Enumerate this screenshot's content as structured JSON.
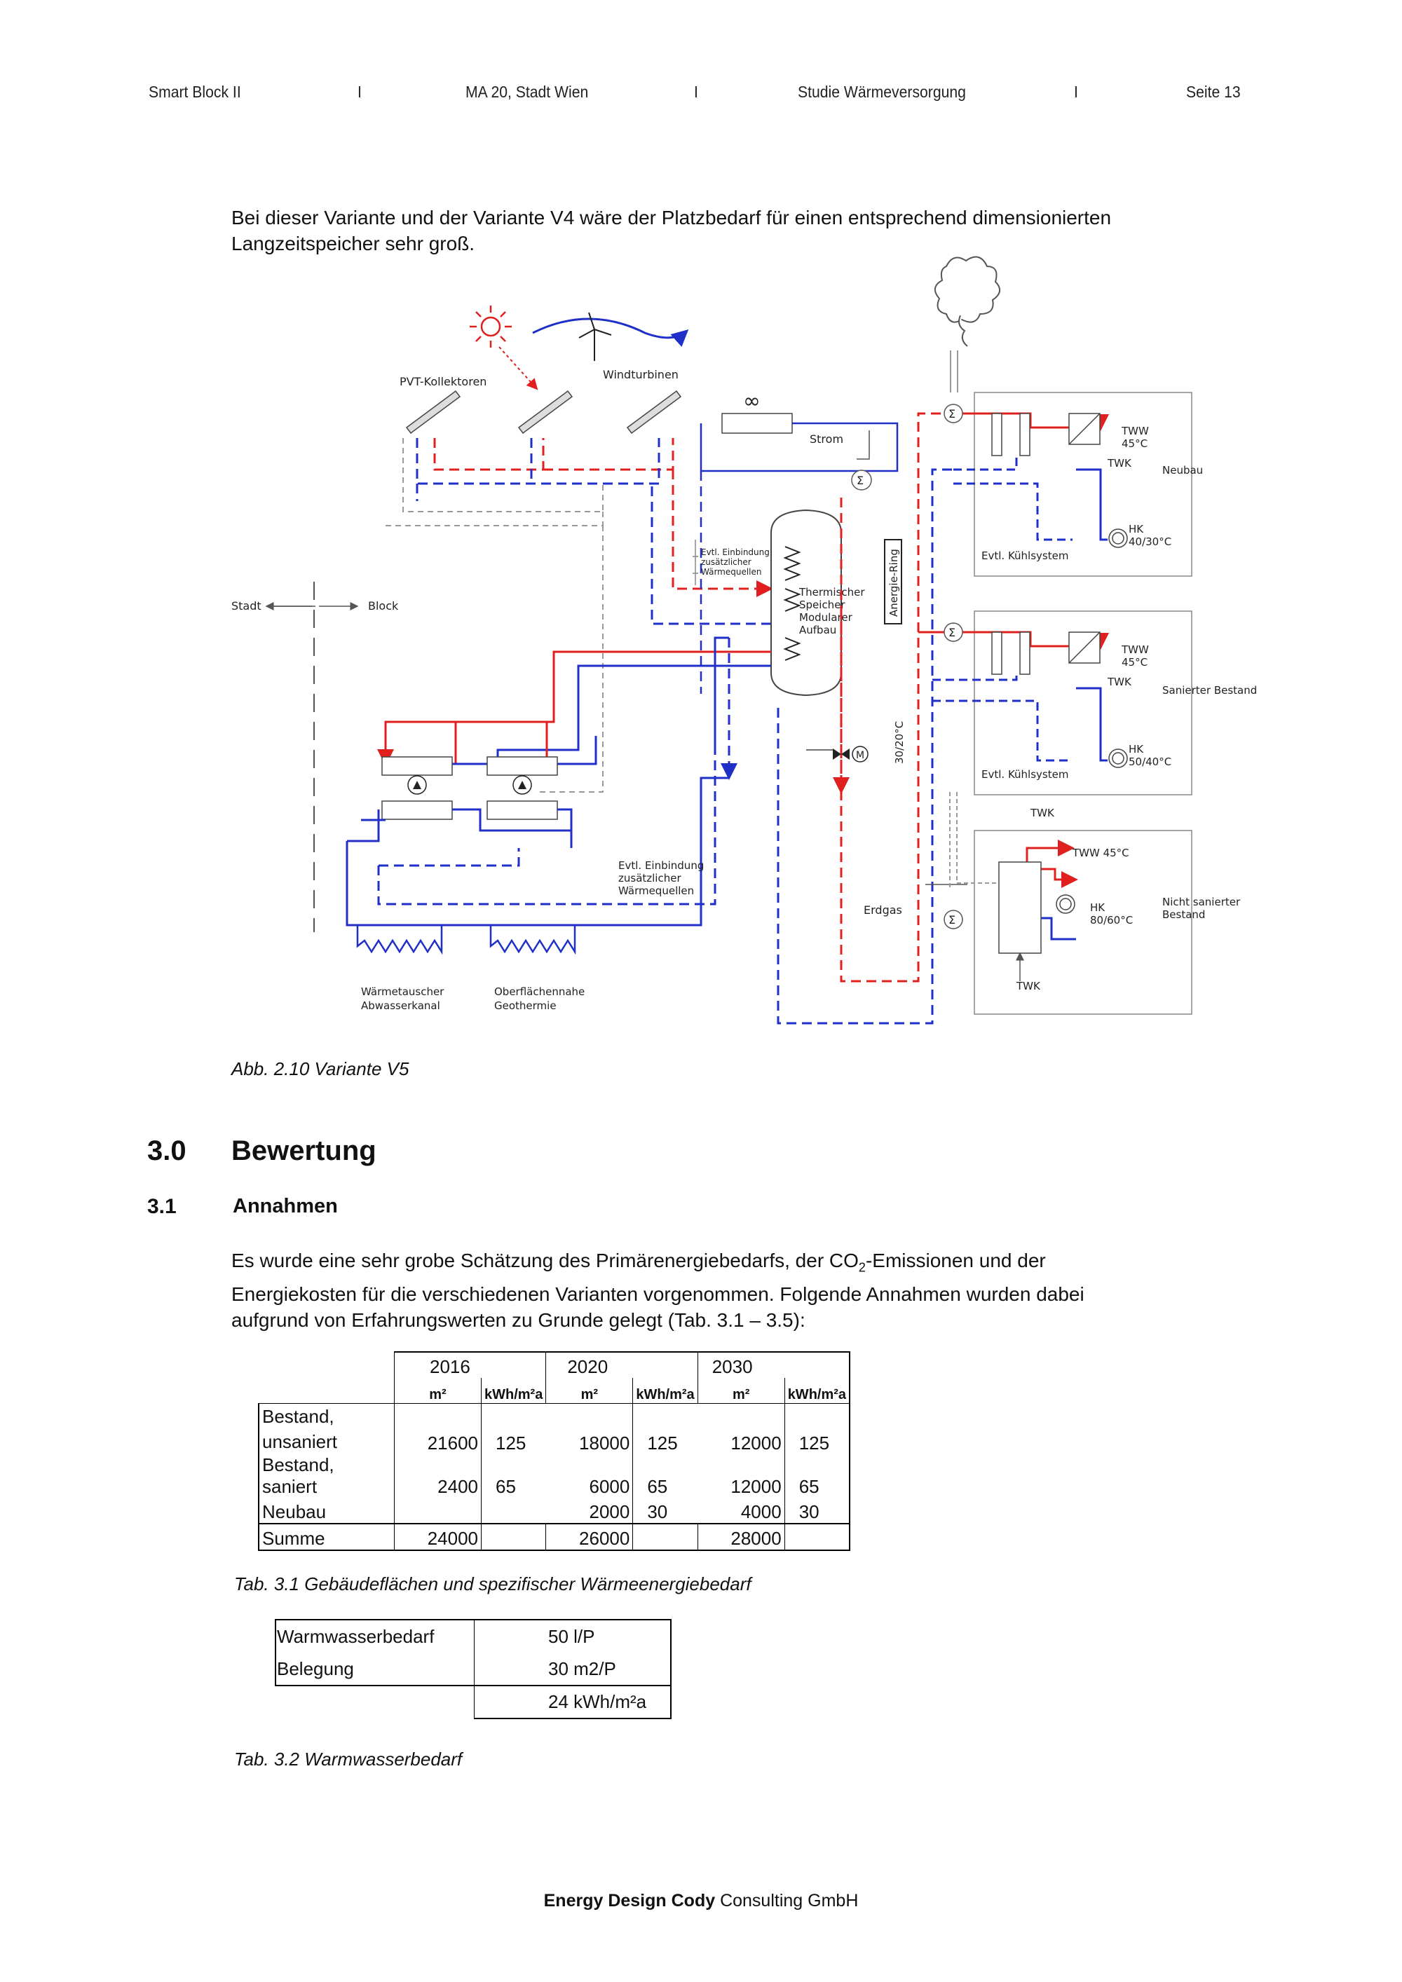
{
  "header": {
    "project": "Smart Block II",
    "sep": "I",
    "client": "MA 20, Stadt Wien",
    "study": "Studie Wärmeversorgung",
    "page": "Seite 13"
  },
  "intro_text": {
    "line1": "Bei dieser Variante und der Variante V4 wäre der Platzbedarf für einen entsprechend dimensionierten",
    "line2": "Langzeitspeicher sehr groß."
  },
  "diagram": {
    "labels": {
      "pvt": "PVT-Kollektoren",
      "wind": "Windturbinen",
      "strom": "Strom",
      "stadt": "Stadt",
      "block": "Block",
      "evtl_top_1": "Evtl. Einbindung",
      "evtl_top_2": "zusätzlicher",
      "evtl_top_3": "Wärmequellen",
      "speicher_1": "Thermischer",
      "speicher_2": "Speicher",
      "speicher_3": "Modularer",
      "speicher_4": "Aufbau",
      "ring": "Anergie-Ring",
      "temp_ring": "30/20°C",
      "motor": "M",
      "sum": "Σ",
      "infinity": "∞",
      "evtl_bot_1": "Evtl. Einbindung",
      "evtl_bot_2": "zusätzlicher",
      "evtl_bot_3": "Wärmequellen",
      "erdgas": "Erdgas",
      "wt_1": "Wärmetauscher",
      "wt_2": "Abwasserkanal",
      "geo_1": "Oberflächennahe",
      "geo_2": "Geothermie",
      "twk": "TWK",
      "tww": "TWW",
      "tww45": "45°C",
      "tww_full": "TWW 45°C",
      "hk": "HK",
      "hk_neu": "40/30°C",
      "hk_san": "50/40°C",
      "hk_nicht": "80/60°C",
      "kuehl": "Evtl. Kühlsystem",
      "neubau": "Neubau",
      "saniert": "Sanierter Bestand",
      "nicht_1": "Nicht sanierter",
      "nicht_2": "Bestand"
    },
    "colors": {
      "hot": "#e0201f",
      "cold": "#1f2fc8",
      "grey": "#999999"
    }
  },
  "fig_caption": "Abb. 2.10 Variante V5",
  "section": {
    "number": "3.0",
    "title": "Bewertung"
  },
  "subsection": {
    "number": "3.1",
    "title": "Annahmen"
  },
  "paragraph": {
    "l1a": "Es wurde eine sehr grobe Schätzung des Primärenergiebedarfs, der CO",
    "l1sub": "2",
    "l1b": "-Emissionen und der",
    "l2": "Energiekosten für die verschiedenen Varianten vorgenommen. Folgende Annahmen wurden dabei",
    "l3": "aufgrund von Erfahrungswerten zu Grunde gelegt (Tab. 3.1 – 3.5):"
  },
  "table_3_1": {
    "years": [
      "2016",
      "2020",
      "2030"
    ],
    "unit_area": "m²",
    "unit_spec": "kWh/m²a",
    "rows": [
      {
        "label1": "Bestand,",
        "label2": "unsaniert",
        "v": [
          "21600",
          "125",
          "18000",
          "125",
          "12000",
          "125"
        ]
      },
      {
        "label1": "Bestand, saniert",
        "v": [
          "2400",
          "65",
          "6000",
          "65",
          "12000",
          "65"
        ]
      },
      {
        "label1": "Neubau",
        "v": [
          "",
          "",
          "2000",
          "30",
          "4000",
          "30"
        ]
      }
    ],
    "sum": {
      "label": "Summe",
      "v": [
        "24000",
        "",
        "26000",
        "",
        "28000",
        ""
      ]
    }
  },
  "table_3_1_caption": "Tab. 3.1 Gebäudeflächen und spezifischer Wärmeenergiebedarf",
  "table_3_2": {
    "rows": [
      {
        "label": "Warmwasserbedarf",
        "value": "50 l/P"
      },
      {
        "label": "Belegung",
        "value": "30 m2/P"
      },
      {
        "label": "",
        "value": "24 kWh/m²a"
      }
    ]
  },
  "table_3_2_caption": "Tab. 3.2 Warmwasserbedarf",
  "footer": {
    "bold": "Energy Design Cody",
    "rest": " Consulting GmbH"
  }
}
